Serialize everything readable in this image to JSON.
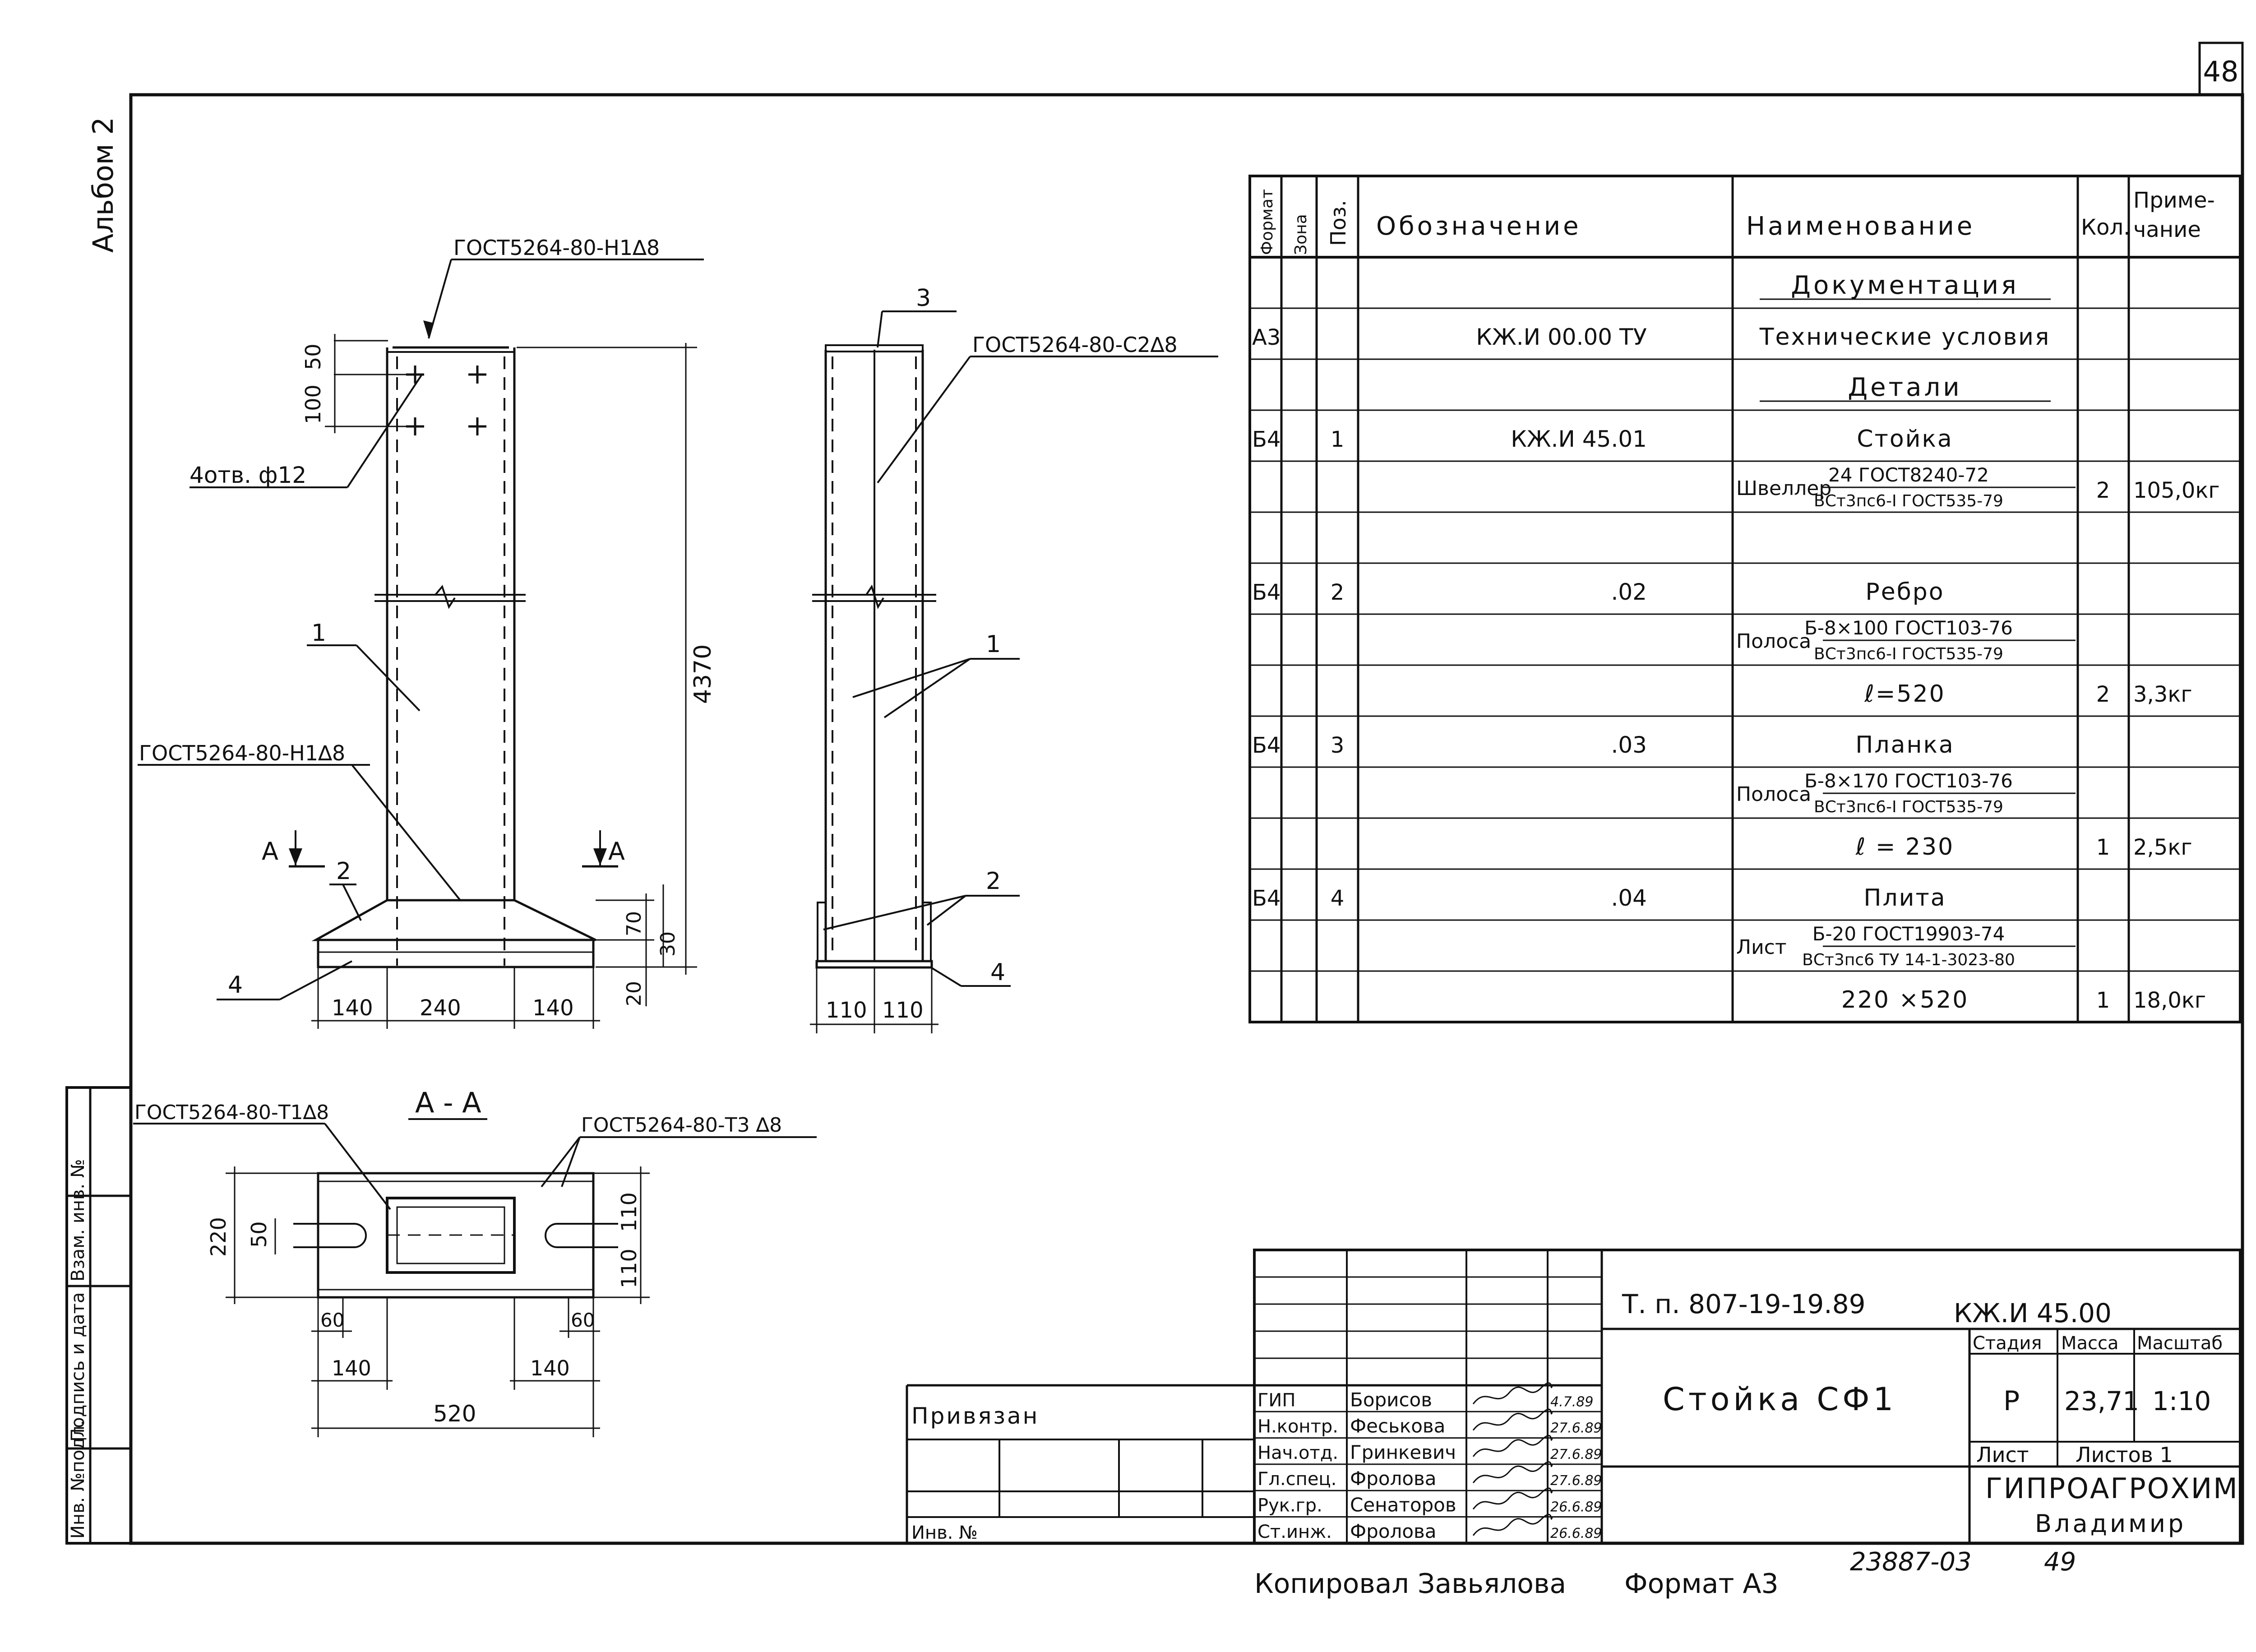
{
  "sheet_number": "48",
  "album_label": "Альбом 2",
  "side_stamp": [
    "Инв. №подл.",
    "Подпись и дата",
    "Взам. инв. №"
  ],
  "drawing": {
    "front_view": {
      "weld_top": "ГОСТ5264-80-Н1∆8",
      "dim_50": "50",
      "dim_100": "100",
      "holes": "4отв. ф12",
      "weld_base": "ГОСТ5264-80-Н1∆8",
      "height": "4370",
      "pos1": "1",
      "pos2": "2",
      "pos4": "4",
      "section_mark": "А",
      "dim_70": "70",
      "dim_30": "30",
      "dim_20": "20",
      "bottom_dims": [
        "140",
        "240",
        "140"
      ]
    },
    "side_view": {
      "pos3": "3",
      "weld": "ГОСТ5264-80-С2∆8",
      "pos1": "1",
      "pos2": "2",
      "pos4": "4",
      "bottom_dims": [
        "110",
        "110"
      ]
    },
    "section": {
      "title": "А - А",
      "weld_left": "ГОСТ5264-80-Т1∆8",
      "weld_right": "ГОСТ5264-80-Т3 ∆8",
      "dim_220": "220",
      "dim_50": "50",
      "dim_110_top": "110",
      "dim_110_bot": "110",
      "dim_60_l": "60",
      "dim_60_r": "60",
      "dim_140_l": "140",
      "dim_140_r": "140",
      "dim_520": "520"
    }
  },
  "spec_table": {
    "headers": {
      "format": "Формат",
      "zone": "Зона",
      "pos": "Поз.",
      "designation": "Обозначение",
      "name": "Наименование",
      "qty": "Кол.",
      "note_1": "Приме-",
      "note_2": "чание"
    },
    "rows": [
      {
        "format": "",
        "pos": "",
        "designation": "",
        "name": "Документация",
        "qty": "",
        "note": ""
      },
      {
        "format": "А3",
        "pos": "",
        "designation": "КЖ.И 00.00 ТУ",
        "name": "Технические условия",
        "qty": "",
        "note": ""
      },
      {
        "format": "",
        "pos": "",
        "designation": "",
        "name": "Детали",
        "qty": "",
        "note": ""
      },
      {
        "format": "Б4",
        "pos": "1",
        "designation": "КЖ.И 45.01",
        "name": "Стойка",
        "qty": "",
        "note": ""
      },
      {
        "format": "",
        "pos": "",
        "designation": "",
        "name_prefix": "Швеллер",
        "name_top": "24 ГОСТ8240-72",
        "name_bottom": "ВСт3пс6-I ГОСТ535-79",
        "qty": "2",
        "note": "105,0кг"
      },
      {
        "format": "",
        "pos": "",
        "designation": "",
        "name": "",
        "qty": "",
        "note": ""
      },
      {
        "format": "Б4",
        "pos": "2",
        "designation": ".02",
        "name": "Ребро",
        "qty": "",
        "note": ""
      },
      {
        "format": "",
        "pos": "",
        "designation": "",
        "name_prefix": "Полоса",
        "name_top": "Б-8×100 ГОСТ103-76",
        "name_bottom": "ВСт3пс6-I ГОСТ535-79",
        "qty": "",
        "note": ""
      },
      {
        "format": "",
        "pos": "",
        "designation": "",
        "name": "ℓ=520",
        "qty": "2",
        "note": "3,3кг"
      },
      {
        "format": "Б4",
        "pos": "3",
        "designation": ".03",
        "name": "Планка",
        "qty": "",
        "note": ""
      },
      {
        "format": "",
        "pos": "",
        "designation": "",
        "name_prefix": "Полоса",
        "name_top": "Б-8×170 ГОСТ103-76",
        "name_bottom": "ВСт3пс6-I ГОСТ535-79",
        "qty": "",
        "note": ""
      },
      {
        "format": "",
        "pos": "",
        "designation": "",
        "name": "ℓ = 230",
        "qty": "1",
        "note": "2,5кг"
      },
      {
        "format": "Б4",
        "pos": "4",
        "designation": ".04",
        "name": "Плита",
        "qty": "",
        "note": ""
      },
      {
        "format": "",
        "pos": "",
        "designation": "",
        "name_prefix": "Лист",
        "name_top": "Б-20 ГОСТ19903-74",
        "name_bottom": "ВСт3пс6 ТУ 14-1-3023-80",
        "qty": "",
        "note": ""
      },
      {
        "format": "",
        "pos": "",
        "designation": "",
        "name": "220 ×520",
        "qty": "1",
        "note": "18,0кг"
      }
    ]
  },
  "title_block": {
    "project": "Т. п. 807-19-19.89",
    "code": "КЖ.И 45.00",
    "title": "Стойка СФ1",
    "stage_label": "Стадия",
    "mass_label": "Масса",
    "scale_label": "Масштаб",
    "stage": "Р",
    "mass": "23,71",
    "scale": "1:10",
    "sheet_label": "Лист",
    "sheets_label": "Листов 1",
    "org_1": "ГИПРОАГРОХИМ",
    "org_2": "Владимир",
    "attached": "Привязан",
    "inv_no": "Инв. №",
    "signers": [
      {
        "role": "ГИП",
        "name": "Борисов",
        "date": "4.7.89"
      },
      {
        "role": "Н.контр.",
        "name": "Феськова",
        "date": "27.6.89"
      },
      {
        "role": "Нач.отд.",
        "name": "Гринкевич",
        "date": "27.6.89"
      },
      {
        "role": "Гл.спец.",
        "name": "Фролова",
        "date": "27.6.89"
      },
      {
        "role": "Рук.гр.",
        "name": "Сенаторов",
        "date": "26.6.89"
      },
      {
        "role": "Ст.инж.",
        "name": "Фролова",
        "date": "26.6.89"
      }
    ]
  },
  "footer": {
    "copied": "Копировал Завьялова",
    "format": "Формат А3",
    "archive_no": "23887-03",
    "page_no": "49"
  }
}
